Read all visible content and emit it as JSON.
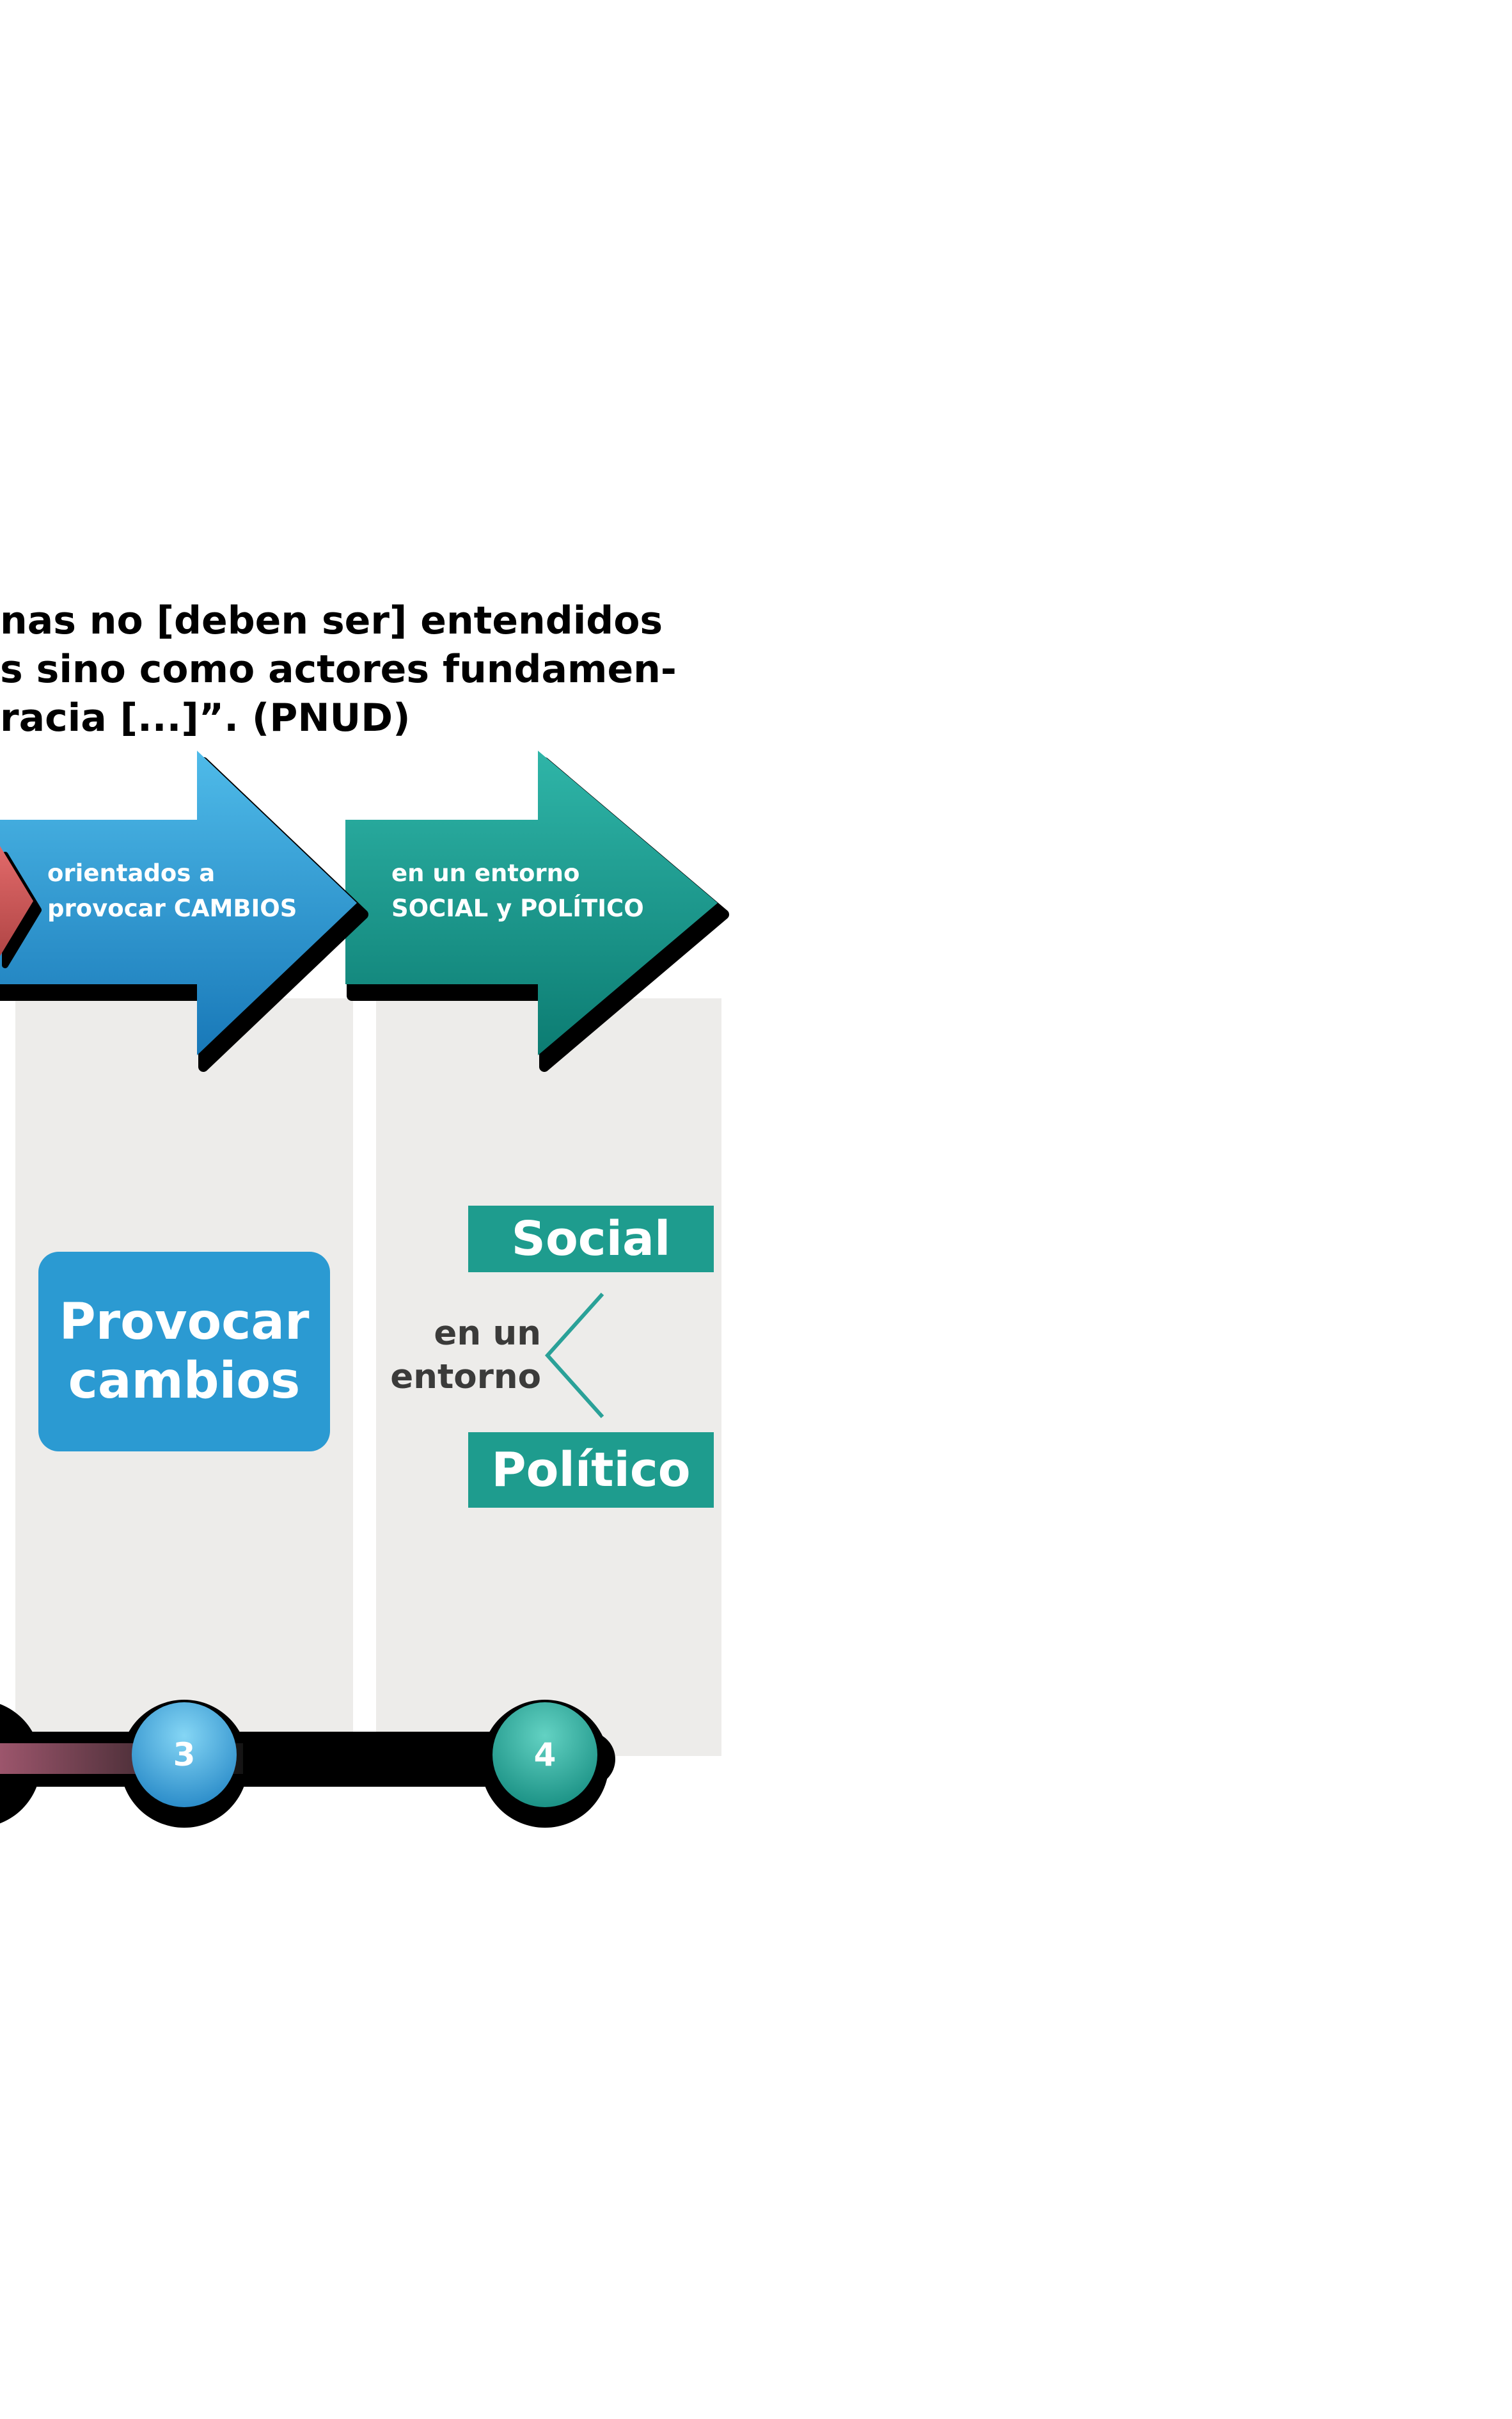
{
  "quote": {
    "lines": [
      "nas no [deben ser] entendidos",
      "s sino como actores fundamen-",
      "racia [...]”. (PNUD)"
    ]
  },
  "arrows": [
    {
      "name": "provocar-cambios",
      "line1": "orientados a",
      "line2": "provocar CAMBIOS",
      "color": "#2b9ad2"
    },
    {
      "name": "entorno-social-politico",
      "line1": "en un entorno",
      "line2": "SOCIAL y POLÍTICO",
      "color": "#159b8d"
    }
  ],
  "left_panel": {
    "card_label": "Provocar cambios",
    "card_color": "#2b9ad2"
  },
  "right_panel": {
    "social_label": "Social",
    "connector_label": "en un entorno",
    "politico_label": "Político",
    "tag_color": "#1e9c8e"
  },
  "timeline": {
    "steps": [
      {
        "number": "3",
        "color": "#2795d3"
      },
      {
        "number": "4",
        "color": "#1c9c8e"
      }
    ]
  },
  "palette": {
    "red_arrow_tip": "#d65b5b",
    "column_gray": "#edecea",
    "shadow_black": "#000000"
  }
}
